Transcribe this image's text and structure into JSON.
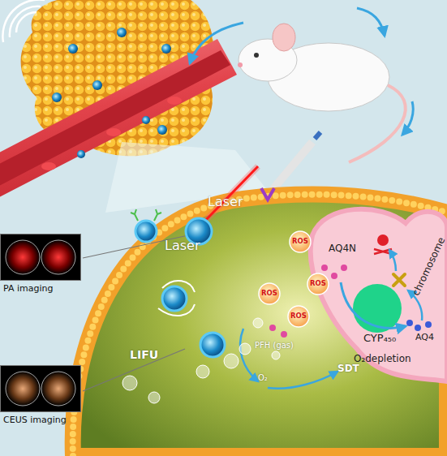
{
  "diagram": {
    "nodes": [
      {
        "text": [
          "PA imaging"
        ]
      },
      {
        "text": [
          "CEUS imaging"
        ]
      },
      {
        "text": [
          "ROS"
        ]
      },
      {
        "text": [
          "ROS"
        ]
      },
      {
        "text": [
          "ROS"
        ]
      },
      {
        "text": [
          "ROS"
        ]
      }
    ],
    "labels": [
      "Laser",
      "Laser",
      "LIFU",
      "PFH (gas)",
      "O₂",
      "SDT",
      "AQ4N",
      "CYP₄₅₀",
      "O₂depletion",
      "AQ4",
      "chromosome"
    ]
  }
}
